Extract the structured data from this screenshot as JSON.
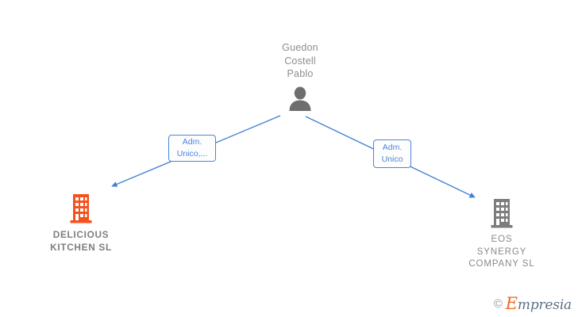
{
  "diagram": {
    "type": "corporate-relationship-graph",
    "background_color": "#ffffff",
    "edge_color": "#4a86d8",
    "person_color": "#6e6e6e",
    "accent_color": "#f4511e",
    "muted_text_color": "#8a8a8a"
  },
  "person": {
    "name": "Guedon\nCostell\nPablo",
    "icon": "person-icon"
  },
  "edges": [
    {
      "label": "Adm.\nUnico,...",
      "direction": "down-left",
      "target": "delicious-kitchen-sl"
    },
    {
      "label": "Adm.\nUnico",
      "direction": "down-right",
      "target": "eos-synergy-company-sl"
    }
  ],
  "companies": [
    {
      "id": "delicious-kitchen-sl",
      "name": "DELICIOUS\nKITCHEN  SL",
      "icon": "building-icon",
      "icon_color": "#f4511e",
      "highlighted": true
    },
    {
      "id": "eos-synergy-company-sl",
      "name": "EOS\nSYNERGY\nCOMPANY  SL",
      "icon": "building-icon",
      "icon_color": "#7d7d7d",
      "highlighted": false
    }
  ],
  "watermark": {
    "copyright": "©",
    "brand_initial": "E",
    "brand_rest": "mpresia"
  }
}
